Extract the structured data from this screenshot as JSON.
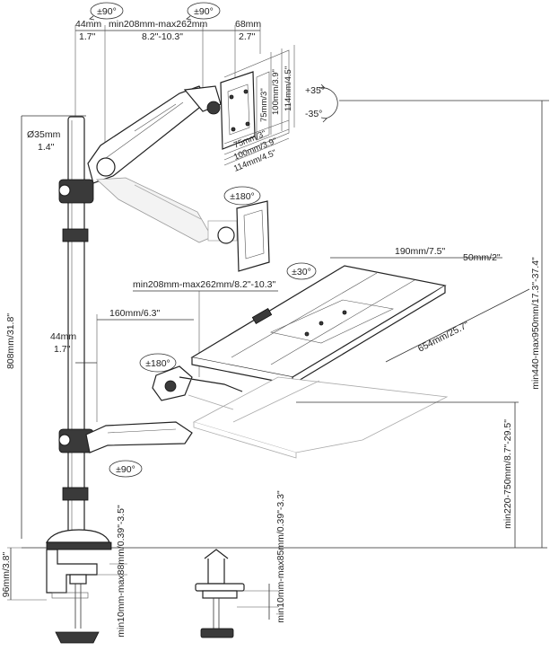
{
  "rotations": {
    "top_left": "±90°",
    "top_right": "±90°",
    "tilt_up": "+35°",
    "tilt_down": "-35°",
    "swivel_monitor": "±180°",
    "tray_tilt": "±30°",
    "tray_swivel": "±180°",
    "lower_arm": "±90°"
  },
  "top_dims": {
    "d1_mm": "44mm",
    "d1_in": "1.7\"",
    "d2_mm": "min208mm-max262mm",
    "d2_in": "8.2\"-10.3\"",
    "d3_mm": "68mm",
    "d3_in": "2.7\""
  },
  "pole": {
    "diameter_mm": "Ø35mm",
    "diameter_in": "1.4\"",
    "height": "808mm/31.8\""
  },
  "vesa": {
    "v75": "75mm/3\"",
    "v100": "100mm/3.9\"",
    "v114": "114mm/4.5\"",
    "h75": "75mm/3\"",
    "h100": "100mm/3.9\"",
    "h114": "114mm/4.5\""
  },
  "tray_dims": {
    "width": "190mm/7.5\"",
    "lip": "50mm/2\"",
    "length": "654mm/25.7\"",
    "arm_reach": "min208mm-max262mm/8.2\"-10.3\"",
    "offset": "160mm/6.3\"",
    "lower_d_mm": "44mm",
    "lower_d_in": "1.7\"",
    "tray_height": "min220-750mm/8.7\"-29.5\"",
    "total_height": "min440-max950mm/17.3\"-37.4\""
  },
  "base_dims": {
    "clamp_height": "96mm/3.8\"",
    "clamp_range": "min10mm-max88mm/0.39\"-3.5\"",
    "grommet_range": "min10mm-max85mm/0.39\"-3.3\""
  }
}
